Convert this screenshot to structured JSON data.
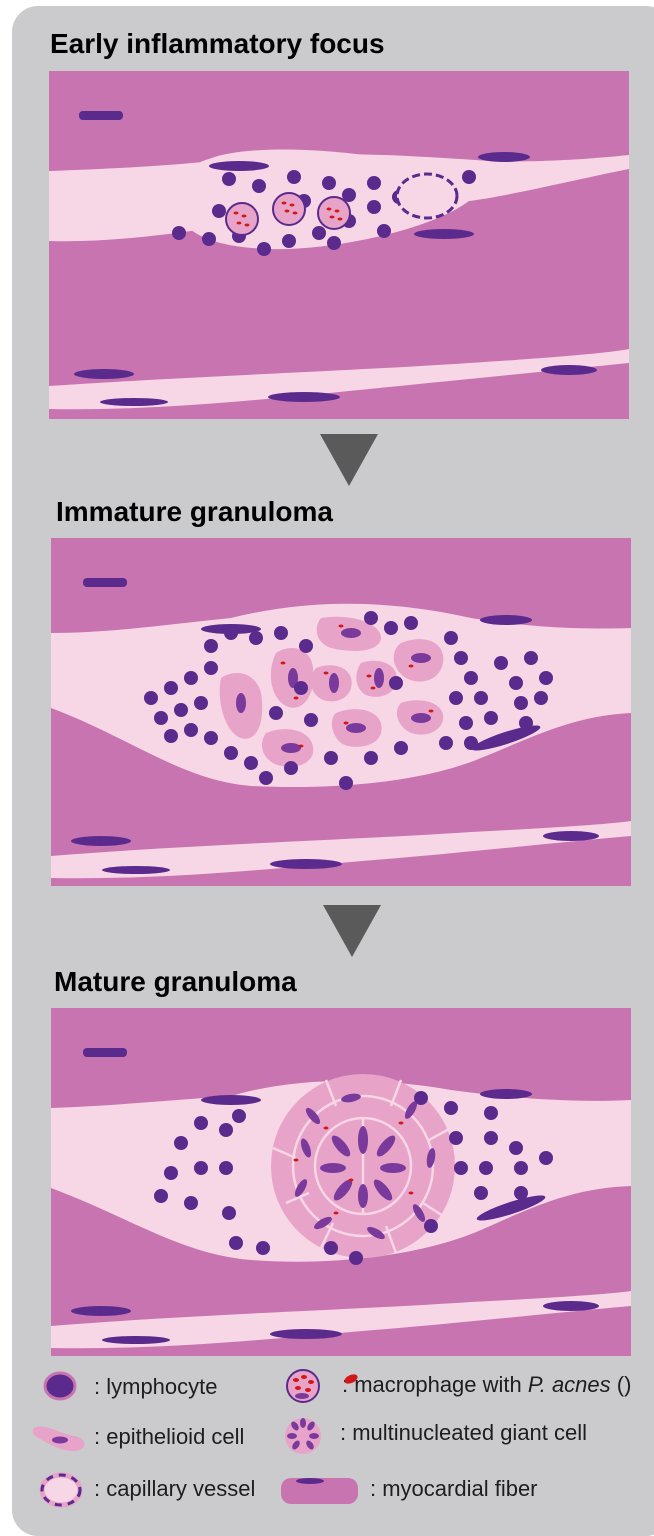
{
  "panels": [
    {
      "title": "Early inflammatory focus"
    },
    {
      "title": "Immature granuloma"
    },
    {
      "title": "Mature granuloma"
    }
  ],
  "legend": {
    "lymphocyte": ": lymphocyte",
    "macrophage_prefix": ": macrophage with ",
    "macrophage_italic": "P. acnes",
    "macrophage_suffix": " (",
    "macrophage_close": ")",
    "epithelioid": ": epithelioid cell",
    "giant_cell": ": multinucleated giant cell",
    "capillary": ": capillary vessel",
    "myocardial": ": myocardial fiber"
  },
  "colors": {
    "background_frame": "#cbcbcd",
    "myocardial_fiber": "#c874b0",
    "interstitium": "#f7d6e6",
    "nucleus": "#5a2a8c",
    "epithelioid_cell": "#e7a4c8",
    "bacteria": "#d01818",
    "arrow": "#5a5a5a"
  }
}
